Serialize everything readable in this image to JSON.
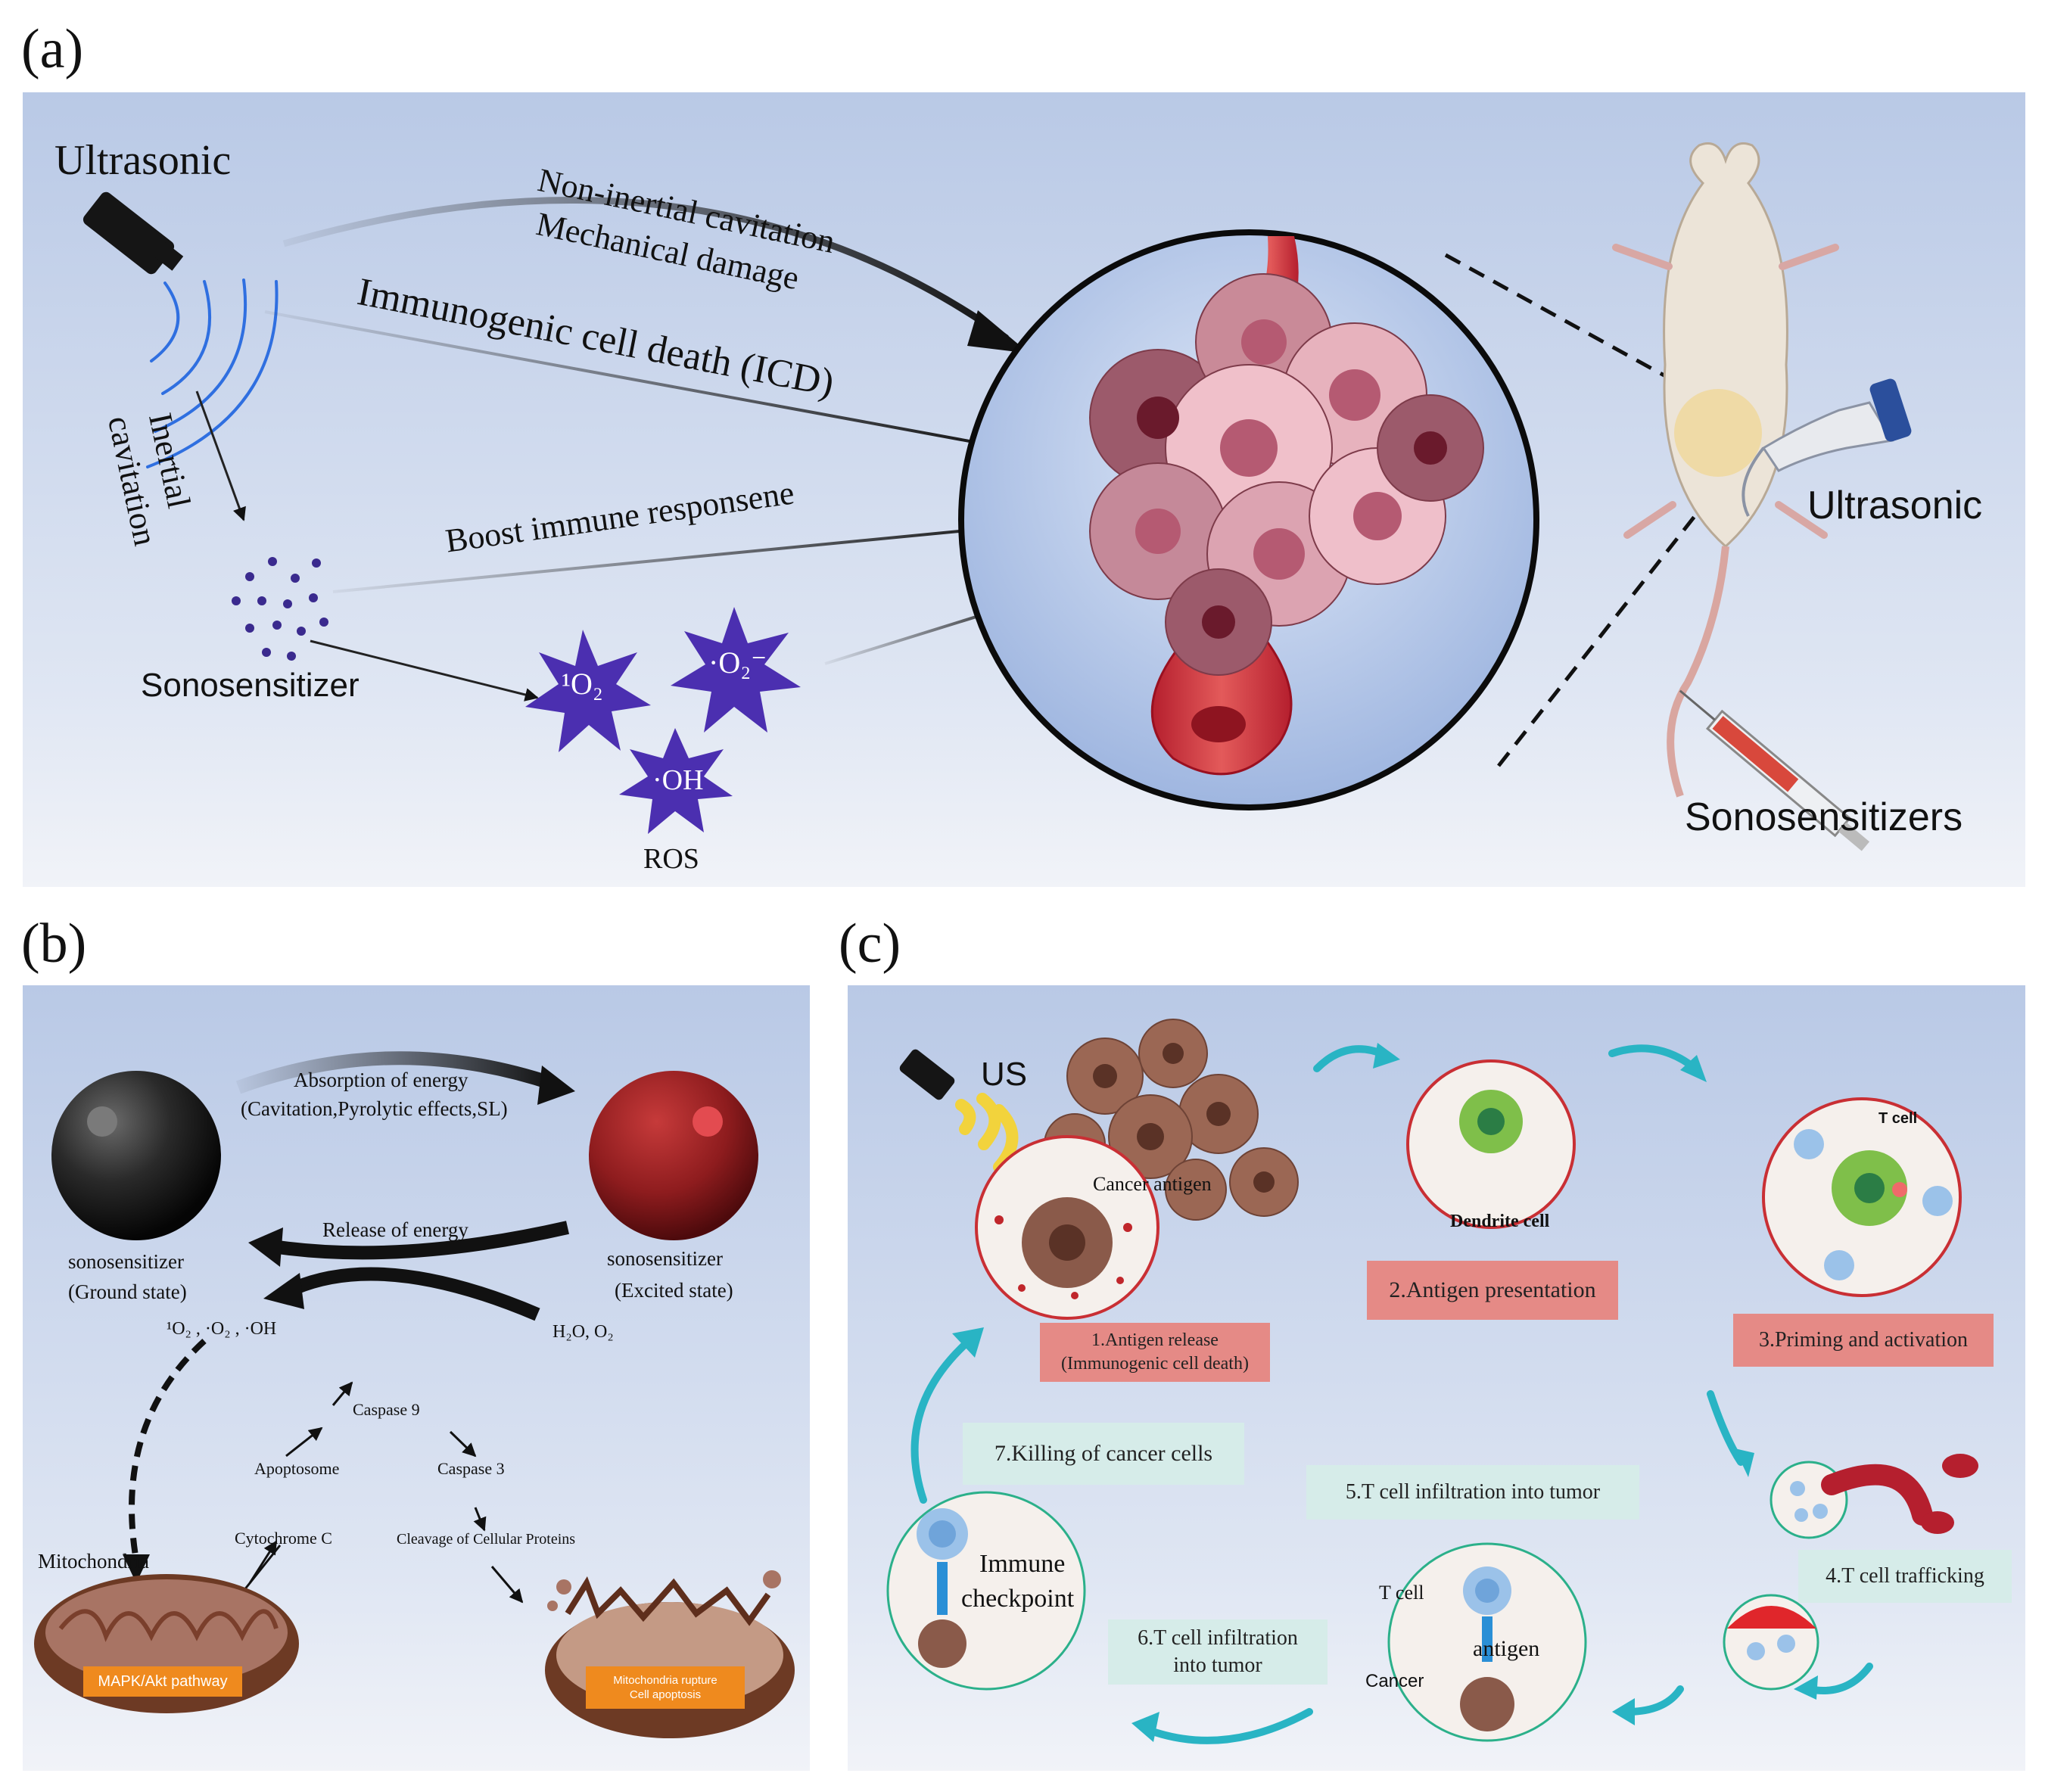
{
  "panel_a": {
    "letter": "(a)",
    "ultrasonic_left": "Ultrasonic",
    "non_inertial": "Non-inertial cavitation",
    "mechanical": "Mechanical damage",
    "icd": "Immunogenic cell death (ICD)",
    "inertial": "Inertial",
    "cavitation": "cavitation",
    "boost": "Boost immune responsene",
    "sonosensitizer": "Sonosensitizer",
    "ros1": "¹O₂",
    "ros2": "·O₂⁻",
    "ros3": "·OH",
    "ros_label": "ROS",
    "ultrasonic_right": "Ultrasonic",
    "sonosensitizers": "Sonosensitizers"
  },
  "panel_b": {
    "letter": "(b)",
    "absorption": "Absorption of energy",
    "absorption_detail": "(Cavitation,Pyrolytic effects,SL)",
    "release": "Release of energy",
    "ground_name": "sonosensitizer",
    "ground_state": "(Ground state)",
    "excited_name": "sonosensitizer",
    "excited_state": "(Excited state)",
    "ros": "¹O₂ , ·O₂ , ·OH",
    "h2o": "H₂O, O₂",
    "caspase9": "Caspase 9",
    "apoptosome": "Apoptosome",
    "caspase3": "Caspase 3",
    "cytochrome": "Cytochrome C",
    "cleavage": "Cleavage of Cellular Proteins",
    "mitochondria": "Mitochondria",
    "mapk": "MAPK/Akt pathway",
    "rupture1": "Mitochondria rupture",
    "rupture2": "Cell apoptosis"
  },
  "panel_c": {
    "letter": "(c)",
    "us": "US",
    "cancer_antigen": "Cancer antigen",
    "step1a": "1.Antigen release",
    "step1b": "(Immunogenic cell death)",
    "dendrite": "Dendrite cell",
    "step2": "2.Antigen presentation",
    "tcell_top": "T cell",
    "step3": "3.Priming and activation",
    "step4": "4.T cell trafficking",
    "step5": "5.T cell infiltration into tumor",
    "step6a": "6.T cell infiltration",
    "step6b": "into tumor",
    "step7": "7.Killing of cancer cells",
    "immune1": "Immune",
    "immune2": "checkpoint",
    "tcell_bottom": "T cell",
    "antigen": "antigen",
    "cancer": "Cancer"
  },
  "colors": {
    "panel_bg_top": "#bccbe6",
    "panel_bg_bottom": "#eef1f8",
    "ros_star": "#4b2fb0",
    "red_box": "#e58a86",
    "teal_box": "#d6ece9",
    "teal_arrow": "#29b4c4",
    "orange_tag": "#ef8a1e"
  }
}
